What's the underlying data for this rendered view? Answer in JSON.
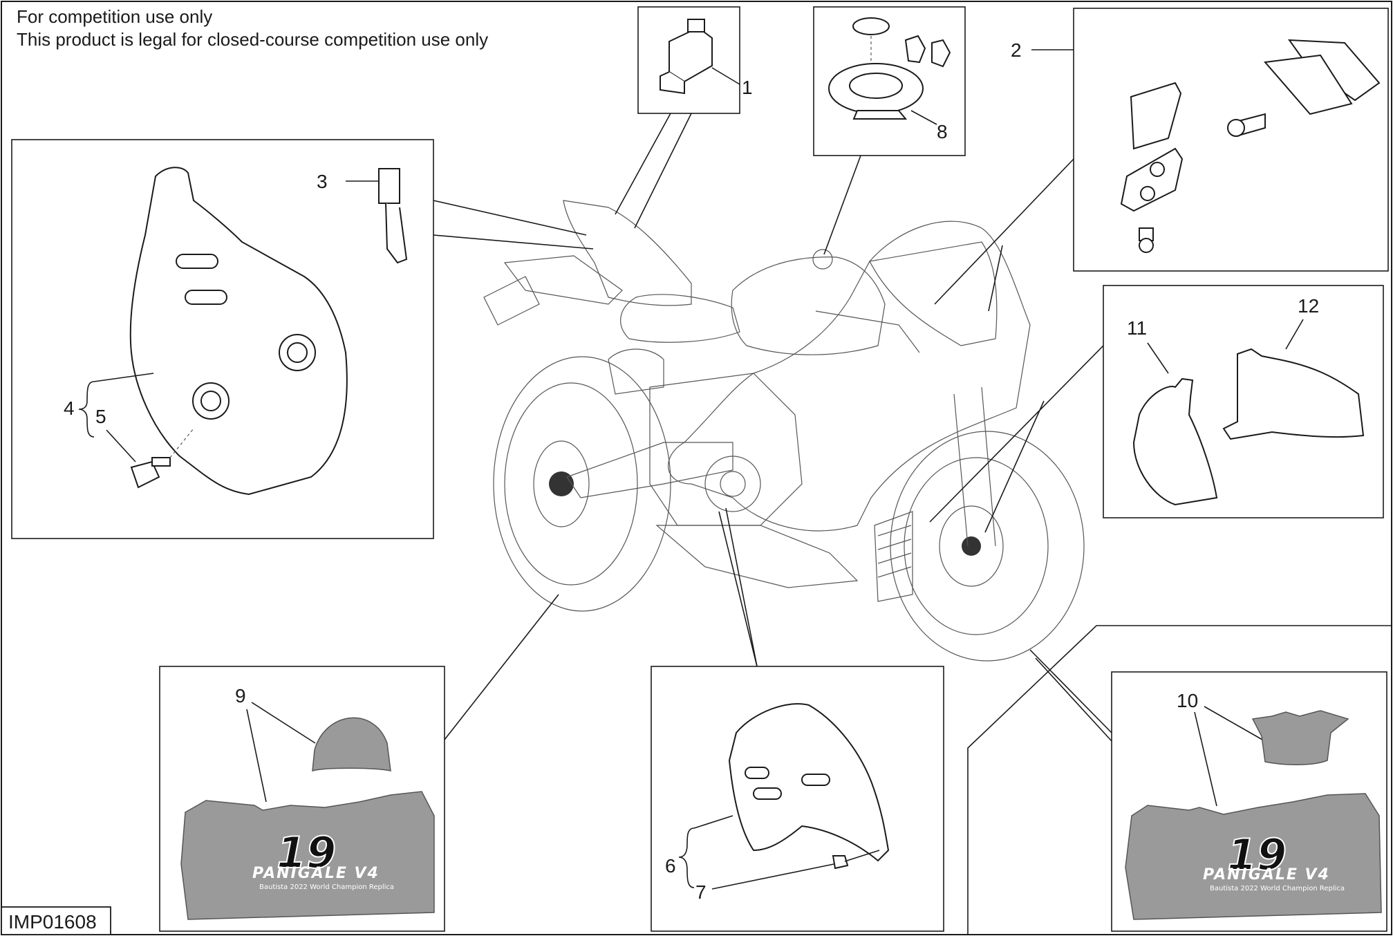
{
  "notice": {
    "line1": "For competition use only",
    "line2": "This product is legal for closed-course competition use only"
  },
  "reference_code": "IMP01608",
  "callouts": {
    "c1": "1",
    "c2": "2",
    "c3": "3",
    "c4": "4",
    "c5": "5",
    "c6": "6",
    "c7": "7",
    "c8": "8",
    "c9": "9",
    "c10": "10",
    "c11": "11",
    "c12": "12"
  },
  "decal": {
    "number": "19",
    "title": "PANIGALE V4",
    "subtitle": "Bautista 2022 World Champion Replica"
  },
  "colors": {
    "line": "#1a1a1a",
    "decal_gray": "#9a9a9a"
  }
}
